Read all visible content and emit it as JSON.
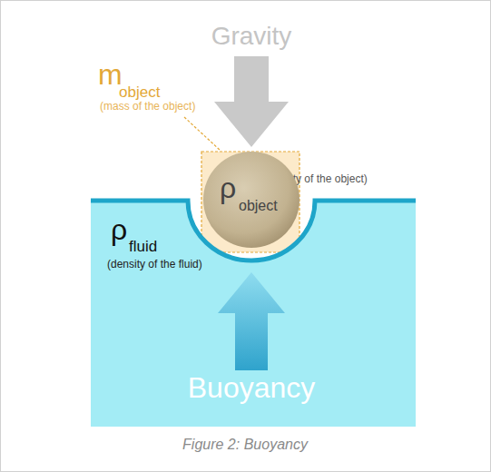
{
  "diagram": {
    "caption": "Figure 2: Buoyancy",
    "nodes": [
      {
        "text": [
          "ρ",
          "object"
        ]
      },
      {
        "text": [
          "ρ",
          "fluid",
          "(density of the fluid)",
          "Buoyancy"
        ]
      }
    ],
    "labels": [
      "Gravity",
      "m",
      "object",
      "(mass of the object)",
      "(density of the object)"
    ]
  }
}
